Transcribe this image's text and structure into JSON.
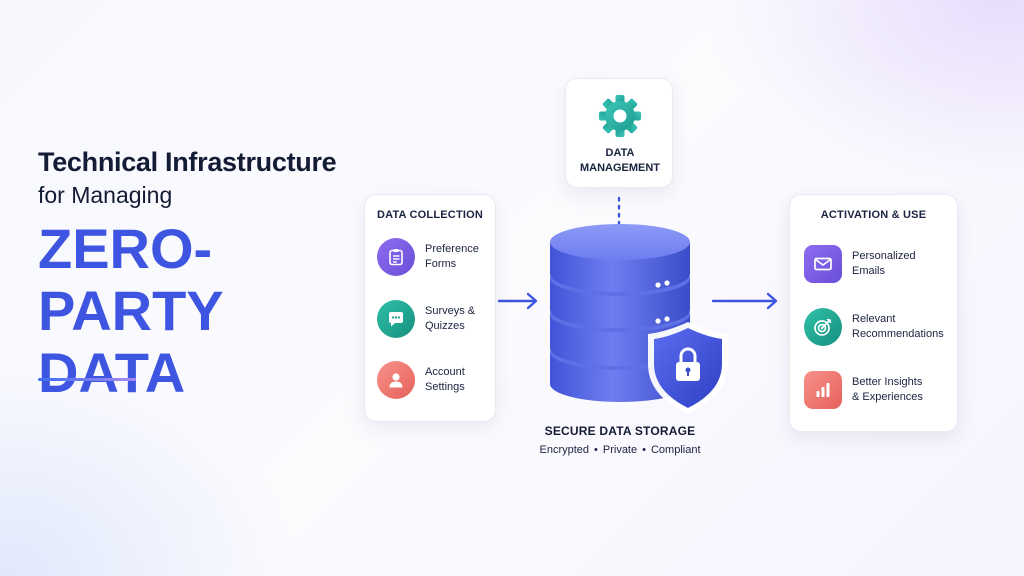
{
  "title": {
    "line1": "Technical Infrastructure",
    "line2": "for Managing",
    "line3": "ZERO-PARTY",
    "line4": "DATA"
  },
  "data_collection": {
    "title": "DATA COLLECTION",
    "items": [
      {
        "label": "Preference\nForms",
        "icon": "clipboard-icon",
        "color": "#7b5ce6"
      },
      {
        "label": "Surveys &\nQuizzes",
        "icon": "chat-bubble-icon",
        "color": "#1fa996"
      },
      {
        "label": "Account\nSettings",
        "icon": "user-icon",
        "color": "#f07a72"
      }
    ]
  },
  "data_management": {
    "label": "DATA\nMANAGEMENT",
    "icon": "gear-icon",
    "color": "#23b0a6"
  },
  "storage": {
    "title": "SECURE DATA STORAGE",
    "tags": [
      "Encrypted",
      "Private",
      "Compliant"
    ],
    "icons": [
      "database-icon",
      "shield-lock-icon"
    ],
    "color": "#4d5fe0"
  },
  "activation": {
    "title": "ACTIVATION & USE",
    "items": [
      {
        "label": "Personalized\nEmails",
        "icon": "envelope-icon",
        "color": "#7b5ce6"
      },
      {
        "label": "Relevant\nRecommendations",
        "icon": "target-icon",
        "color": "#1fa996"
      },
      {
        "label": "Better Insights\n& Experiences",
        "icon": "bar-chart-icon",
        "color": "#f07a72"
      }
    ]
  },
  "colors": {
    "accent": "#3d55e0",
    "arrow": "#3d55e0",
    "text": "#141b34"
  }
}
